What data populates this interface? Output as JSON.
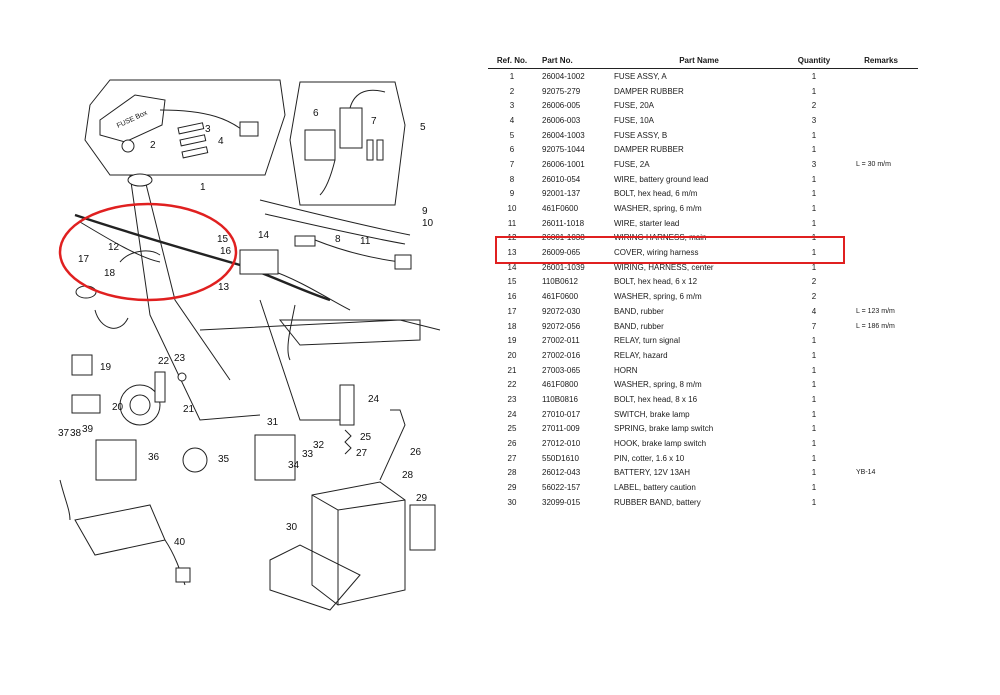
{
  "table": {
    "headers": {
      "ref": "Ref. No.",
      "part_no": "Part No.",
      "name": "Part Name",
      "qty": "Quantity",
      "remarks": "Remarks"
    },
    "rows": [
      {
        "ref": "1",
        "part_no": "26004-1002",
        "name": "FUSE ASSY, A",
        "qty": "1",
        "remarks": ""
      },
      {
        "ref": "2",
        "part_no": "92075-279",
        "name": "DAMPER RUBBER",
        "qty": "1",
        "remarks": ""
      },
      {
        "ref": "3",
        "part_no": "26006-005",
        "name": "FUSE, 20A",
        "qty": "2",
        "remarks": ""
      },
      {
        "ref": "4",
        "part_no": "26006-003",
        "name": "FUSE, 10A",
        "qty": "3",
        "remarks": ""
      },
      {
        "ref": "5",
        "part_no": "26004-1003",
        "name": "FUSE ASSY, B",
        "qty": "1",
        "remarks": ""
      },
      {
        "ref": "6",
        "part_no": "92075-1044",
        "name": "DAMPER RUBBER",
        "qty": "1",
        "remarks": ""
      },
      {
        "ref": "7",
        "part_no": "26006-1001",
        "name": "FUSE, 2A",
        "qty": "3",
        "remarks": "L = 30 m/m"
      },
      {
        "ref": "8",
        "part_no": "26010-054",
        "name": "WIRE, battery ground lead",
        "qty": "1",
        "remarks": ""
      },
      {
        "ref": "9",
        "part_no": "92001-137",
        "name": "BOLT, hex head, 6 m/m",
        "qty": "1",
        "remarks": ""
      },
      {
        "ref": "10",
        "part_no": "461F0600",
        "name": "WASHER, spring, 6 m/m",
        "qty": "1",
        "remarks": ""
      },
      {
        "ref": "11",
        "part_no": "26011-1018",
        "name": "WIRE, starter lead",
        "qty": "1",
        "remarks": ""
      },
      {
        "ref": "12",
        "part_no": "26001-1038",
        "name": "WIRING HARNESS, main",
        "qty": "1",
        "remarks": ""
      },
      {
        "ref": "13",
        "part_no": "26009-065",
        "name": "COVER, wiring harness",
        "qty": "1",
        "remarks": ""
      },
      {
        "ref": "14",
        "part_no": "26001-1039",
        "name": "WIRING, HARNESS, center",
        "qty": "1",
        "remarks": ""
      },
      {
        "ref": "15",
        "part_no": "110B0612",
        "name": "BOLT, hex head, 6 x 12",
        "qty": "2",
        "remarks": ""
      },
      {
        "ref": "16",
        "part_no": "461F0600",
        "name": "WASHER, spring, 6 m/m",
        "qty": "2",
        "remarks": ""
      },
      {
        "ref": "17",
        "part_no": "92072-030",
        "name": "BAND, rubber",
        "qty": "4",
        "remarks": "L = 123 m/m"
      },
      {
        "ref": "18",
        "part_no": "92072-056",
        "name": "BAND, rubber",
        "qty": "7",
        "remarks": "L = 186 m/m"
      },
      {
        "ref": "19",
        "part_no": "27002-011",
        "name": "RELAY, turn signal",
        "qty": "1",
        "remarks": ""
      },
      {
        "ref": "20",
        "part_no": "27002-016",
        "name": "RELAY, hazard",
        "qty": "1",
        "remarks": ""
      },
      {
        "ref": "21",
        "part_no": "27003-065",
        "name": "HORN",
        "qty": "1",
        "remarks": ""
      },
      {
        "ref": "22",
        "part_no": "461F0800",
        "name": "WASHER, spring, 8 m/m",
        "qty": "1",
        "remarks": ""
      },
      {
        "ref": "23",
        "part_no": "110B0816",
        "name": "BOLT, hex head, 8 x 16",
        "qty": "1",
        "remarks": ""
      },
      {
        "ref": "24",
        "part_no": "27010-017",
        "name": "SWITCH, brake lamp",
        "qty": "1",
        "remarks": ""
      },
      {
        "ref": "25",
        "part_no": "27011-009",
        "name": "SPRING, brake lamp switch",
        "qty": "1",
        "remarks": ""
      },
      {
        "ref": "26",
        "part_no": "27012-010",
        "name": "HOOK, brake lamp switch",
        "qty": "1",
        "remarks": ""
      },
      {
        "ref": "27",
        "part_no": "550D1610",
        "name": "PIN, cotter, 1.6 x 10",
        "qty": "1",
        "remarks": ""
      },
      {
        "ref": "28",
        "part_no": "26012-043",
        "name": "BATTERY, 12V 13AH",
        "qty": "1",
        "remarks": "YB-14"
      },
      {
        "ref": "29",
        "part_no": "56022-157",
        "name": "LABEL, battery caution",
        "qty": "1",
        "remarks": ""
      },
      {
        "ref": "30",
        "part_no": "32099-015",
        "name": "RUBBER BAND, battery",
        "qty": "1",
        "remarks": ""
      }
    ]
  },
  "diagram": {
    "callouts": [
      "1",
      "2",
      "3",
      "4",
      "5",
      "6",
      "7",
      "8",
      "9",
      "10",
      "11",
      "12",
      "13",
      "14",
      "15",
      "16",
      "17",
      "18",
      "19",
      "20",
      "21",
      "22",
      "23",
      "24",
      "25",
      "26",
      "27",
      "28",
      "29",
      "30",
      "31",
      "32",
      "33",
      "34",
      "35",
      "36",
      "37",
      "38",
      "39",
      "40"
    ],
    "fuse_label": "FUSE Box"
  },
  "highlight": {
    "color": "#e02020",
    "ref": "12"
  }
}
